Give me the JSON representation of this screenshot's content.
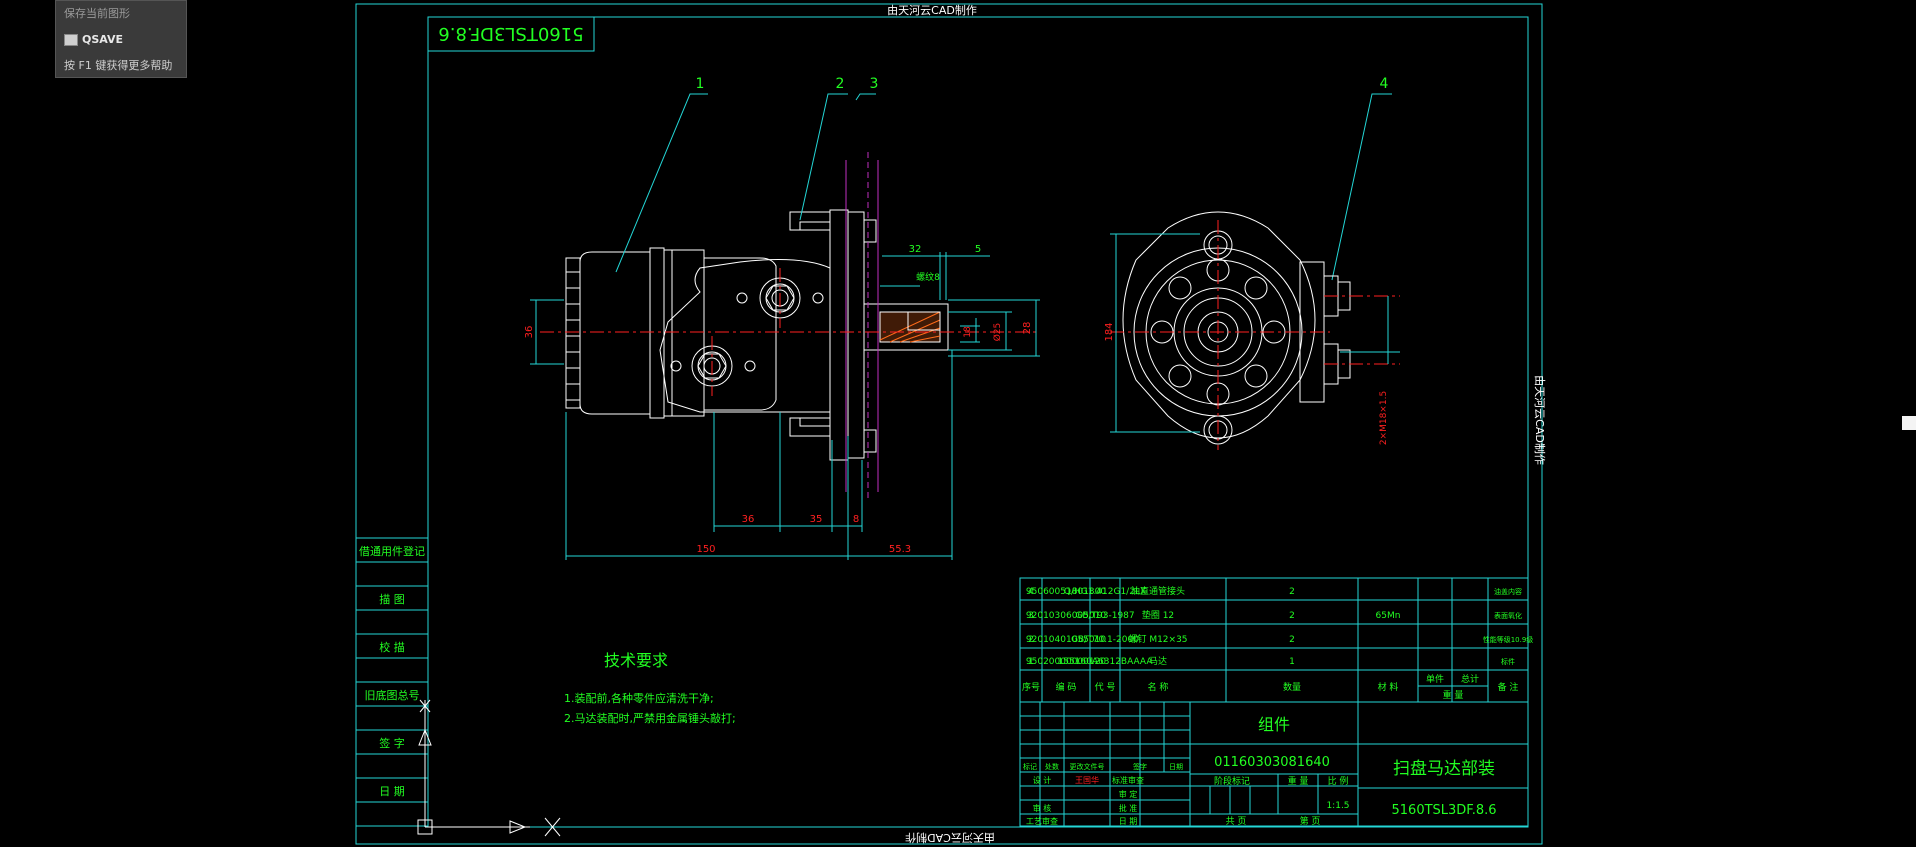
{
  "colors": {
    "frame": "#23d6d6",
    "text": "#22ff22",
    "dim": "#ff2020",
    "line": "#ffffff",
    "hidden": "#c030c0"
  },
  "tooltip": {
    "hint_top": "保存当前图形",
    "command": "QSAVE",
    "help": "按 F1 键获得更多帮助",
    "icon": "save-disk-icon"
  },
  "watermark": {
    "top": "由天河云CAD制作",
    "bottom": "由天河云CAD制作",
    "right": "由天河云CAD制作"
  },
  "mirrored_code": "5160TSL3DF.8.6",
  "balloons": [
    "1",
    "2",
    "3",
    "4"
  ],
  "dims": {
    "d36": "36",
    "d32": "32",
    "d5": "5",
    "thread": "螺纹8",
    "d28": "28",
    "d18": "18",
    "d184": "184",
    "side_thread": "2×M18×1.5",
    "b36": "36",
    "b35": "35",
    "b8": "8",
    "total150": "150",
    "ext553": "55.3",
    "dia": "Ø25"
  },
  "left_panel": [
    "借通用件登记",
    "描 图",
    "校 描",
    "旧底图总号",
    "签 字",
    "日 期"
  ],
  "tech": {
    "title": "技术要求",
    "line1": "1.装配前,各种零件应清洗干净;",
    "line2": "2.马达装配时,严禁用金属锤头敲打;"
  },
  "bom": {
    "rows": [
      [
        "4",
        "95060051801300",
        "Q/HG1.412G1/2LX",
        "油直通管接头",
        "2",
        "",
        "",
        "",
        "油盖内容"
      ],
      [
        "3",
        "92010306005010",
        "GB/T93-1987",
        "垫圈 12",
        "2",
        "65Mn",
        "",
        "",
        "表面氧化"
      ],
      [
        "2",
        "92010401055010",
        "GB/T70.1-2000",
        "螺钉 M12×35",
        "2",
        "",
        "",
        "",
        "性能等级10.9级"
      ],
      [
        "1",
        "95020000000120",
        "155160A6312BAAAA",
        "马达",
        "1",
        "",
        "",
        "",
        "标件"
      ]
    ],
    "header": [
      "序号",
      "编 码",
      "代 号",
      "名 称",
      "数量",
      "材 料",
      "单件",
      "总计",
      "备 注"
    ],
    "header_sub": "重 量"
  },
  "title_block": {
    "name_label": "组件",
    "drawing_no": "01160303081640",
    "part_name": "扫盘马达部装",
    "code": "5160TSL3DF.8.6",
    "scale": "1:1.5",
    "stage": "阶段标记",
    "weight": "重 量",
    "scale_label": "比 例",
    "sheet": "共 页",
    "sheet_of": "第 页",
    "rev_cols": [
      "标记",
      "处数",
      "更改文件号",
      "签字",
      "日期"
    ],
    "sign_rows": [
      "设 计",
      "审 核",
      "工艺审查"
    ],
    "sign_right": [
      "标准审查",
      "审 定",
      "批 准",
      "日 期"
    ],
    "designer": "王国华"
  }
}
